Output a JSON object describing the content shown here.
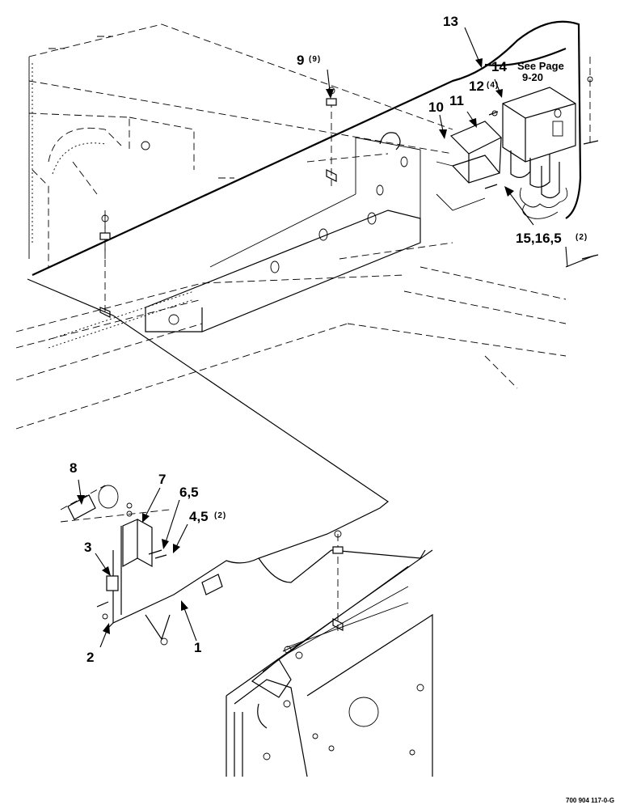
{
  "callouts": {
    "c1": "1",
    "c2": "2",
    "c3": "3",
    "c4_5": "4,5",
    "c4_5_qty": "(2)",
    "c6_5": "6,5",
    "c7": "7",
    "c8": "8",
    "c9": "9",
    "c9_qty": "(9)",
    "c10": "10",
    "c11": "11",
    "c12": "12",
    "c12_qty": "(4)",
    "c13": "13",
    "c14": "14",
    "c14_note_line1": "See Page",
    "c14_note_line2": "9-20",
    "c15_16_5": "15,16,5",
    "c15_16_5_qty": "(2)"
  },
  "drawing_code": "700 904 117-0-G"
}
